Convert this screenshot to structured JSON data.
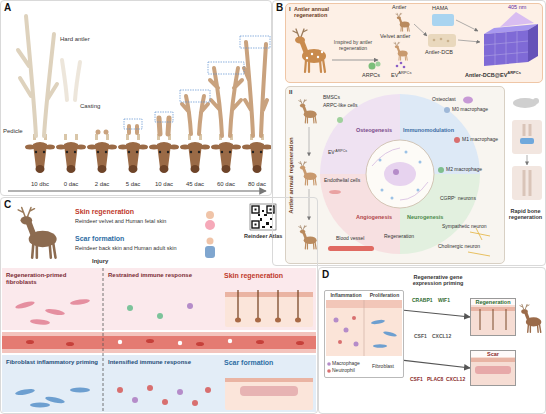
{
  "diagram": {
    "nodes": [
      {
        "text": [
          "A"
        ]
      },
      {
        "text": [
          "B"
        ]
      },
      {
        "text": [
          "I"
        ],
        "in": 1
      },
      {
        "text": [
          "II"
        ],
        "in": 1
      },
      {
        "text": [
          "C"
        ]
      },
      {
        "text": [
          "Regeneration-primed fibroblasts",
          "Restrained immune response",
          "Skin regeneration"
        ],
        "in": 4
      },
      {
        "text": [
          "Fibroblast inflammatory priming",
          "Intensified immune response",
          "Scar formation"
        ],
        "in": 4
      },
      {
        "text": [
          "D"
        ]
      },
      {
        "text": [
          "Inflammation",
          "Proliferation"
        ],
        "in": 7
      },
      {
        "text": [
          "Regeneration"
        ],
        "in": 7
      },
      {
        "text": [
          "Scar"
        ],
        "in": 7
      }
    ],
    "edges": [
      {
        "from": 8,
        "to": 9,
        "arrow": "to"
      },
      {
        "from": 8,
        "to": 10,
        "arrow": "to"
      }
    ],
    "labels": [
      "Hard antler",
      "Casting",
      "Pedicle",
      "10 dbc",
      "0 dac",
      "2 dac",
      "5 dac",
      "10 dac",
      "45 dac",
      "60 dac",
      "80 dac",
      "Antler annual regeneration",
      "Inspired by antler regeneration",
      "Antler",
      "Velvet antler",
      "ARPCs",
      "EV",
      "ARPCs",
      "HAMA",
      "Antler-DCB",
      "405 nm",
      "Antler-DCB@EV",
      "ARPCs",
      "Antler annual regeneration",
      "BMSCs",
      "ARPC-like cells",
      "Osteoclast",
      "Osteogenesis",
      "EV",
      "ARPCs",
      "Endothelial cells",
      "Blood vessel",
      "M0 macrophage",
      "M1 macrophage",
      "M2 macrophage",
      "Immunomodulation",
      "Angiogenesis",
      "Neurogenesis",
      "CGRP⁺ neurons",
      "Sympathetic neuron",
      "Regeneration",
      "Cholinergic neuron",
      "Rapid bone regeneration",
      "Skin regeneration",
      "Reindeer velvet and Human fetal skin",
      "Scar formation",
      "Reindeer back skin and Human adult skin",
      "Reindeer Atlas",
      "Injury",
      "Regenerative gene expression priming",
      "CRABP1",
      "WIF1",
      "CSF1",
      "CXCL12",
      "CSF1",
      "PLAC8",
      "CXCL12",
      "Macrophage",
      "Neutrophil",
      "Fibroblast"
    ]
  }
}
